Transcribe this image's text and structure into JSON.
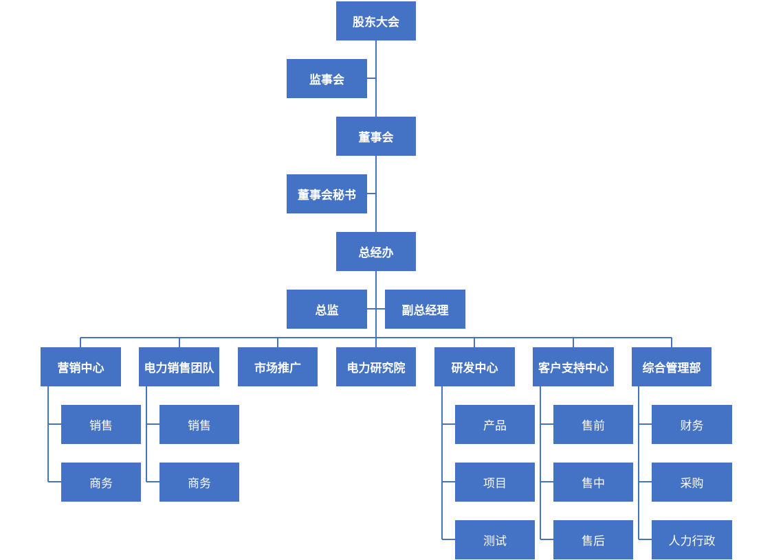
{
  "org_chart": {
    "shareholders": "股东大会",
    "supervisors": "监事会",
    "board": "董事会",
    "board_secretary": "董事会秘书",
    "gm_office": "总经办",
    "director": "总监",
    "deputy_gm": "副总经理",
    "departments": [
      {
        "label": "营销中心",
        "subs": [
          "销售",
          "商务"
        ]
      },
      {
        "label": "电力销售团队",
        "subs": [
          "销售",
          "商务"
        ]
      },
      {
        "label": "市场推广",
        "subs": []
      },
      {
        "label": "电力研究院",
        "subs": []
      },
      {
        "label": "研发中心",
        "subs": [
          "产品",
          "项目",
          "测试"
        ]
      },
      {
        "label": "客户支持中心",
        "subs": [
          "售前",
          "售中",
          "售后"
        ]
      },
      {
        "label": "综合管理部",
        "subs": [
          "财务",
          "采购",
          "人力行政"
        ]
      }
    ]
  },
  "colors": {
    "box": "#4472C4",
    "line": "#4472C4",
    "text": "#FFFFFF"
  }
}
